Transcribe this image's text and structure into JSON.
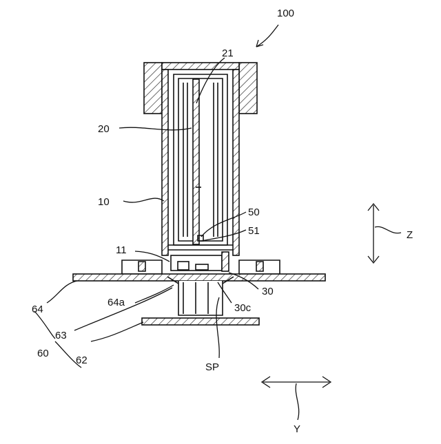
{
  "labels": {
    "assembly": "100",
    "l21": "21",
    "l20": "20",
    "l10": "10",
    "l50": "50",
    "l51": "51",
    "l11": "11",
    "l30": "30",
    "l30c": "30c",
    "l64a": "64a",
    "l64": "64",
    "l63": "63",
    "l60": "60",
    "l62": "62",
    "sp": "SP",
    "axis_z": "Z",
    "axis_y": "Y"
  }
}
